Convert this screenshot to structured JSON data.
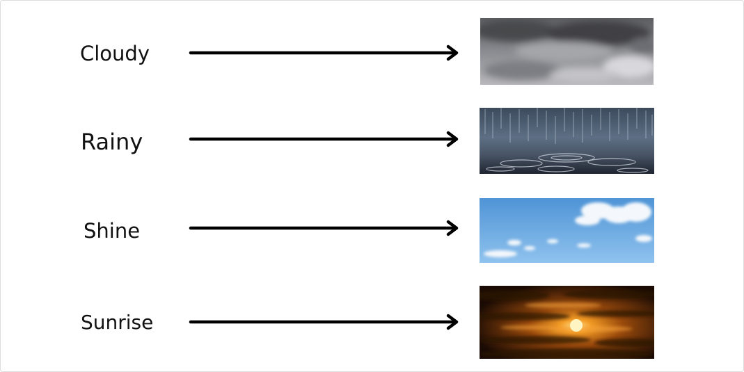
{
  "rows": [
    {
      "label": "Cloudy",
      "image": "cloudy-sky-photo"
    },
    {
      "label": "Rainy",
      "image": "rain-on-water-photo"
    },
    {
      "label": "Shine",
      "image": "blue-sky-clouds-photo"
    },
    {
      "label": "Sunrise",
      "image": "sunrise-sky-photo"
    }
  ],
  "arrow": {
    "color": "#000000",
    "icon": "right-arrow-icon"
  }
}
